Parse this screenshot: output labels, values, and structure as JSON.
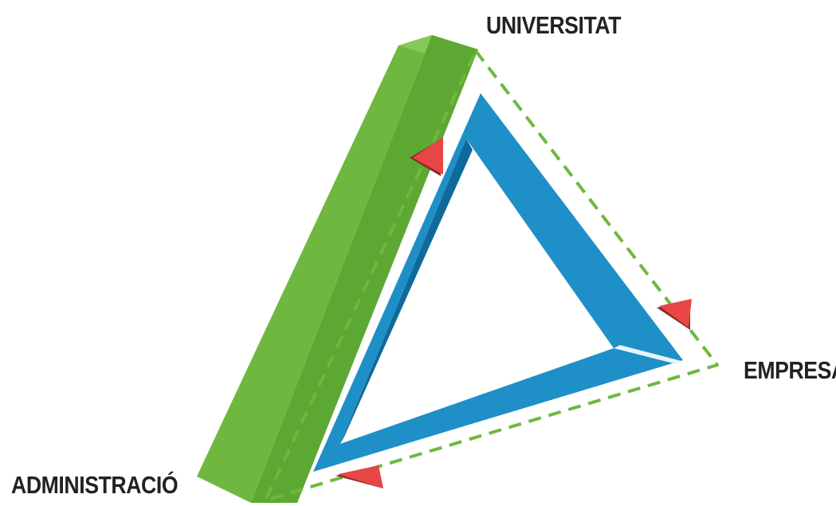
{
  "diagram": {
    "nodes": {
      "top": {
        "label": "UNIVERSITAT"
      },
      "right": {
        "label": "EMPRESA"
      },
      "left": {
        "label": "ADMINISTRACIÓ"
      }
    },
    "edges": [
      {
        "from": "ADMINISTRACIÓ",
        "to": "UNIVERSITAT"
      },
      {
        "from": "UNIVERSITAT",
        "to": "EMPRESA"
      },
      {
        "from": "EMPRESA",
        "to": "ADMINISTRACIÓ"
      }
    ],
    "colors": {
      "green_bar": "#6fb83f",
      "green_bar_side": "#5a9a30",
      "blue_triangle": "#1f8fc8",
      "blue_triangle_dark": "#176f9e",
      "dashed_outline": "#6fb83f",
      "arrow": "#e84545",
      "arrow_shadow": "#9a3030",
      "label_text": "#222222"
    }
  }
}
